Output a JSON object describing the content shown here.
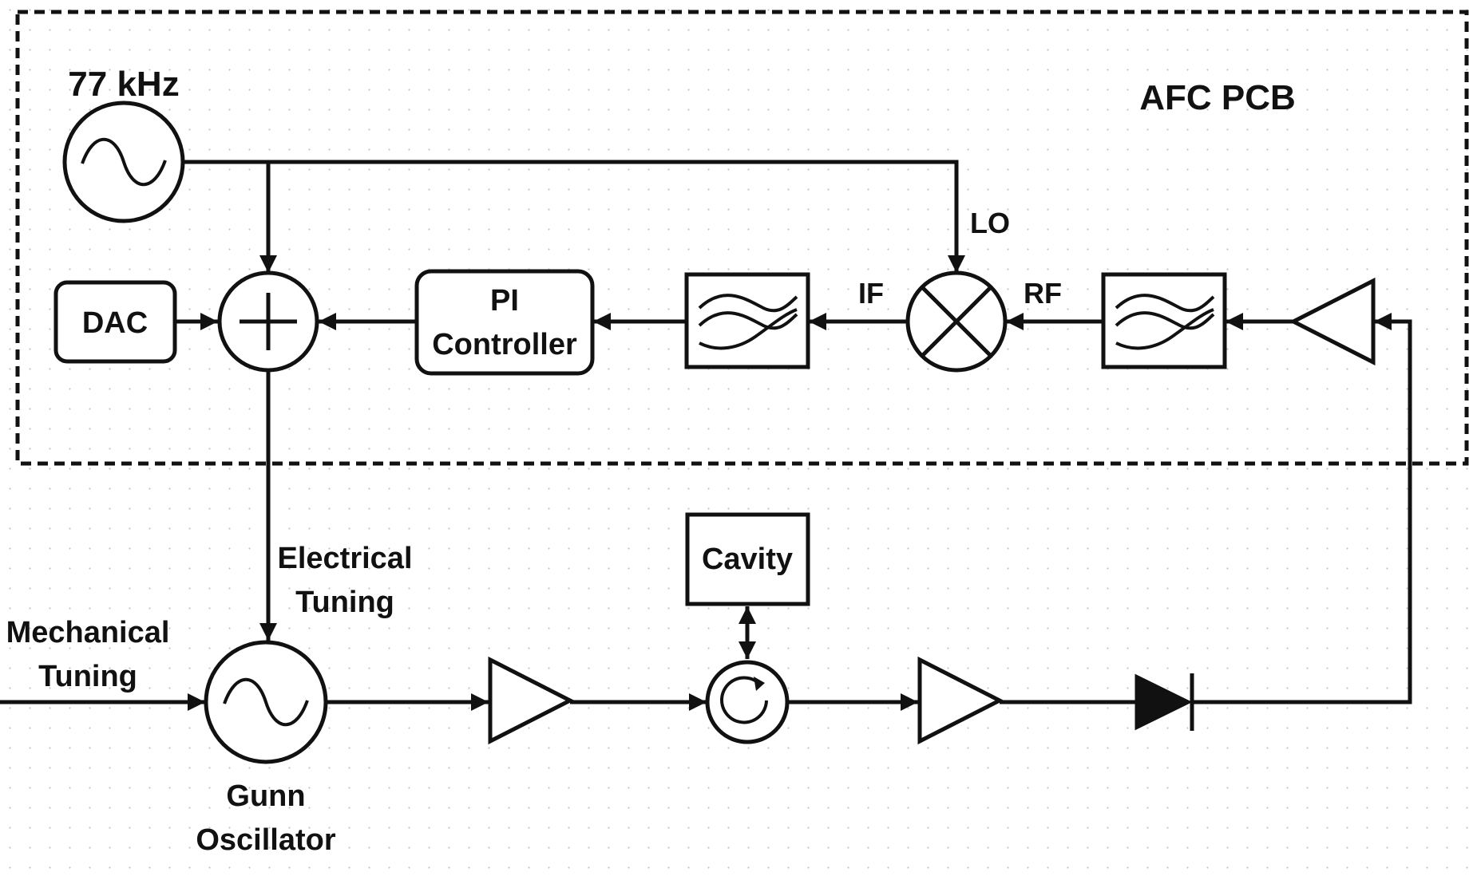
{
  "diagram": {
    "pcb_label": "AFC PCB",
    "ref_oscillator_label": "77 kHz",
    "dac_label": "DAC",
    "pi_controller_line1": "PI",
    "pi_controller_line2": "Controller",
    "lo_label": "LO",
    "if_label": "IF",
    "rf_label": "RF",
    "electrical_tuning_line1": "Electrical",
    "electrical_tuning_line2": "Tuning",
    "mechanical_tuning_line1": "Mechanical",
    "mechanical_tuning_line2": "Tuning",
    "gunn_line1": "Gunn",
    "gunn_line2": "Oscillator",
    "cavity_label": "Cavity"
  }
}
